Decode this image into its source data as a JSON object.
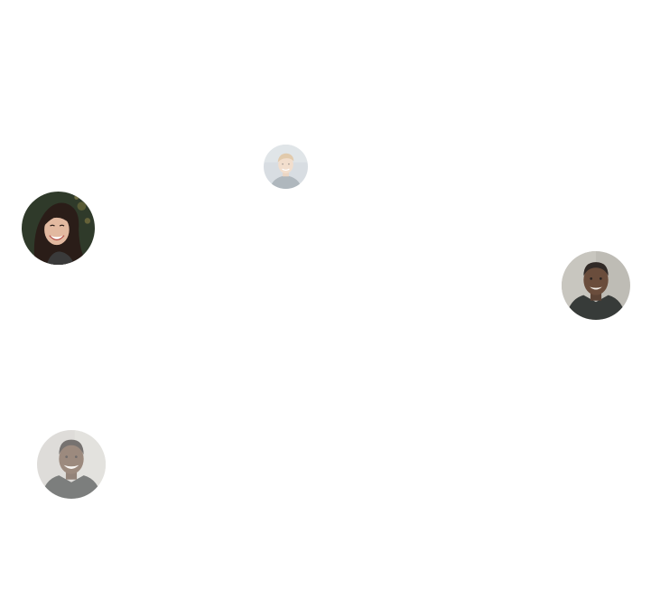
{
  "avatars": [
    {
      "name": "avatar-man-blond",
      "opacity_level": 0.55,
      "colors": {
        "bg": "#b9c3cc",
        "skin": "#e8c4a6",
        "hair": "#c9a06a",
        "shirt": "#6f7d88"
      }
    },
    {
      "name": "avatar-woman-smiling",
      "opacity_level": 1.0,
      "colors": {
        "bg": "#2f3a2a",
        "skin": "#e2b9a0",
        "hair": "#2a1d18",
        "shirt": "#3a3a3a"
      }
    },
    {
      "name": "avatar-man-hoodie",
      "opacity_level": 0.9,
      "colors": {
        "bg": "#b8b5ae",
        "skin": "#5a3a27",
        "hair": "#1b1410",
        "shirt": "#222624"
      }
    },
    {
      "name": "avatar-man-smiling-faded",
      "opacity_level": 0.6,
      "colors": {
        "bg": "#c9c6c0",
        "skin": "#5b3d2a",
        "hair": "#1c1512",
        "shirt": "#262a28"
      }
    }
  ]
}
